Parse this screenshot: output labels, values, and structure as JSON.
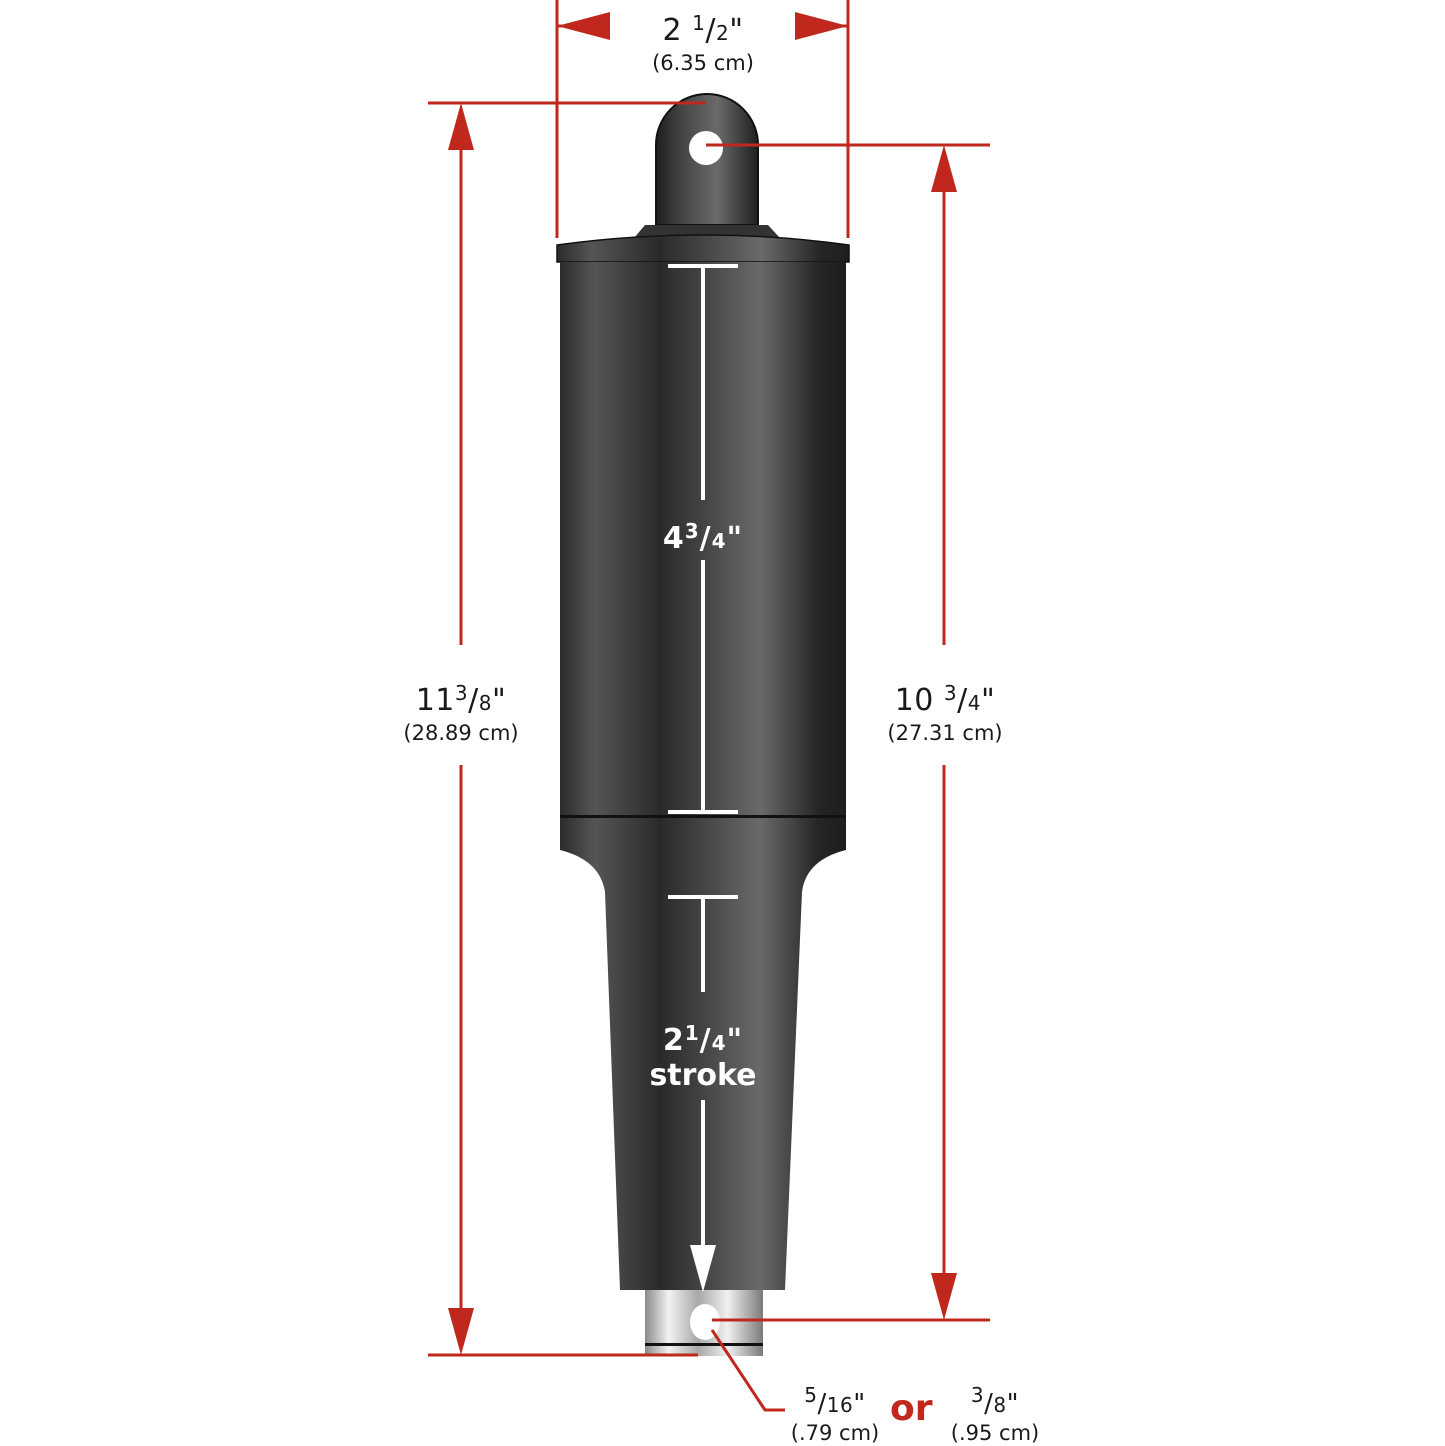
{
  "diagram": {
    "subject": "linear actuator",
    "colors": {
      "dimension_line": "#c0281e",
      "body_dark": "#2a2a2a",
      "body_mid": "#5a5a5a",
      "rod_silver": "#c8c8c8",
      "label_text": "#1a1a1a",
      "inner_text": "#ffffff"
    },
    "dimensions": {
      "width": {
        "whole": "2",
        "num": "1",
        "den": "2",
        "unit": "\"",
        "metric": "(6.35 cm)"
      },
      "overall_length": {
        "whole": "11",
        "num": "3",
        "den": "8",
        "unit": "\"",
        "metric": "(28.89 cm)"
      },
      "pin_to_pin": {
        "whole": "10",
        "num": "3",
        "den": "4",
        "unit": "\"",
        "metric": "(27.31 cm)"
      },
      "body_length": {
        "whole": "4",
        "num": "3",
        "den": "4",
        "unit": "\""
      },
      "stroke": {
        "whole": "2",
        "num": "1",
        "den": "4",
        "unit": "\"",
        "word": "stroke"
      },
      "pin_hole": {
        "option_a": {
          "num": "5",
          "den": "16",
          "unit": "\"",
          "metric": "(.79 cm)"
        },
        "separator": "or",
        "option_b": {
          "num": "3",
          "den": "8",
          "unit": "\"",
          "metric": "(.95 cm)"
        }
      }
    }
  }
}
